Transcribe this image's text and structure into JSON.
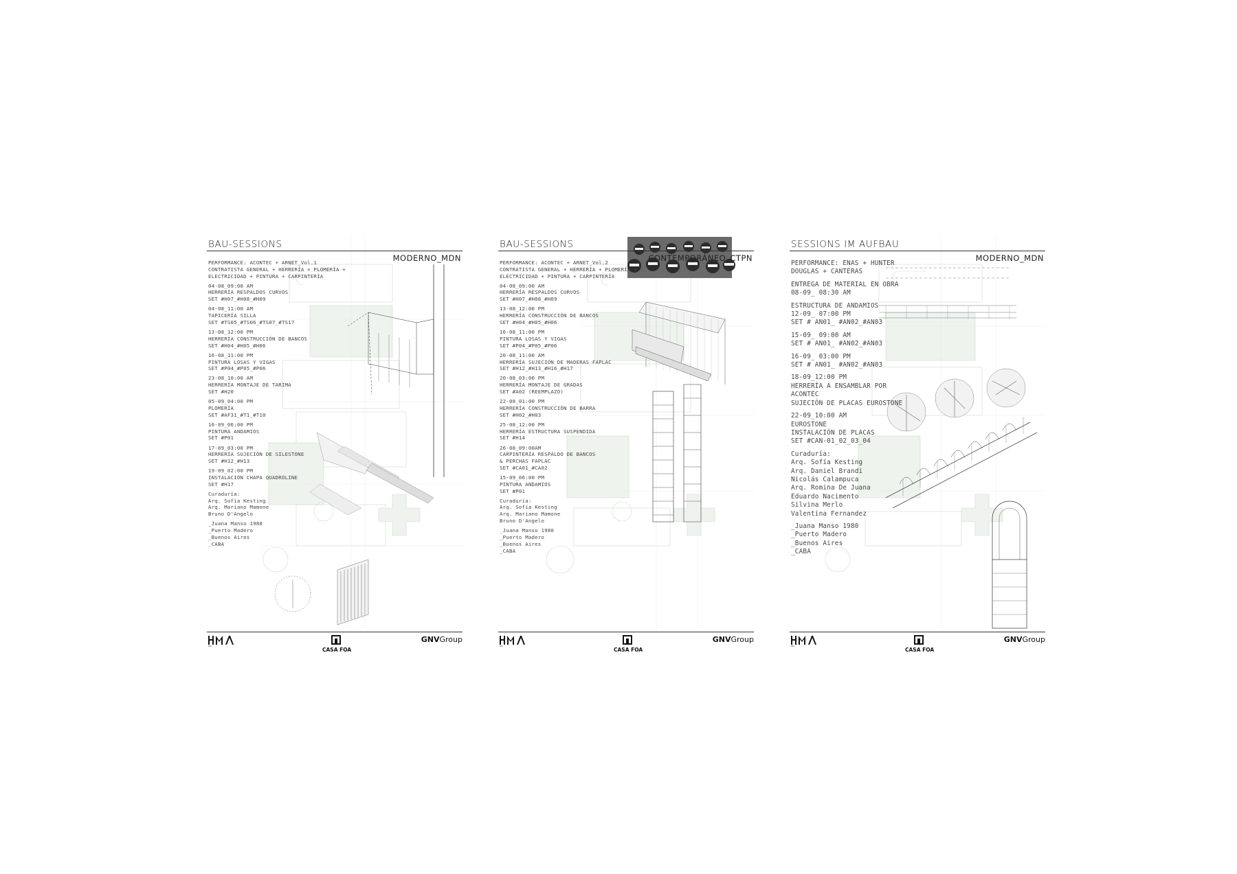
{
  "posters": [
    {
      "series": "BAU-SESSIONS",
      "edition": "MODERNO_MDN",
      "blocks": [
        [
          "PERFORMANCE: ACONTEC + ARNET_Vol.1",
          "CONTRATISTA GENERAL + HERRERÍA + PLOMERÍA +",
          "ELECTRICIDAD + PINTURA + CARPINTERÍA"
        ],
        [
          "04-08_09:00 AM",
          "HERRERÍA RESPALDOS CURVOS",
          "SET #H07_#H08_#H09"
        ],
        [
          "04-08_11:00 AM",
          "TAPICERÍA SILLA",
          "SET #TS05_#TS06_#TS07_#TS17"
        ],
        [
          "13-08_12:00 PM",
          "HERRERÍA CONSTRUCCIÓN DE BANCOS",
          "SET #H04_#H05_#H06"
        ],
        [
          "16-08_11:00 PM",
          "PINTURA LOSAS Y VIGAS",
          "SET #P04_#P05_#P06"
        ],
        [
          "23-08_10:00 AM",
          "HERRERÍA MONTAJE DE TARIMA",
          "SET #H20"
        ],
        [
          "05-09_04:00 PM",
          "PLOMERÍA",
          "SET #AF31_#T1_#T10"
        ],
        [
          "16-09_06:00 PM",
          "PINTURA ANDAMIOS",
          "SET #P01"
        ],
        [
          "17-09_03:00 PM",
          "HERRERÍA SUJECIÓN DE SILESTONE",
          "SET #H12_#H13"
        ],
        [
          "19-09_02:00 PM",
          "INSTALACIÓN CHAPA QUADROLINE",
          "SET #H17"
        ],
        [
          "Curaduría:",
          "Arq. Sofía Kesting",
          "Arq. Mariano Mamone",
          "Bruno D'Angelo"
        ],
        [
          "_Juana Manso 1980",
          "_Puerto Madero",
          "_Buenos Aires",
          "_CABA"
        ]
      ]
    },
    {
      "series": "BAU-SESSIONS",
      "edition": "CONTEMPORÁNEO_CTPN",
      "blocks": [
        [
          "PERFORMANCE: ACONTEC + ARNET_Vol.2",
          "CONTRATISTA GENERAL + HERRERÍA + PLOMERÍA +",
          "ELECTRICIDAD + PINTURA + CARPINTERÍA"
        ],
        [
          "04-08_09:00 AM",
          "HERRERÍA RESPALDOS CURVOS",
          "SET #H07_#H08_#H09"
        ],
        [
          "13-08_12:00 PM",
          "HERRERÍA CONSTRUCCIÓN DE BANCOS",
          "SET #H04_#H05_#H06"
        ],
        [
          "16-08_11:00 PM",
          "PINTURA LOSAS Y VIGAS",
          "SET #P04_#P05_#P06"
        ],
        [
          "20-08_11:00 AM",
          "HERRERÍA SUJECIÓN DE MADERAS FAPLAC",
          "SET #H12_#H13_#H16_#H17"
        ],
        [
          "20-08_03:00 PM",
          "HERRERÍA MONTAJE DE GRADAS",
          "SET #A02 (REEMPLAZO)"
        ],
        [
          "22-08_01:00 PM",
          "HERRERÍA CONSTRUCCIÓN DE BARRA",
          "SET #H02_#H03"
        ],
        [
          "25-08_12:00 PM",
          "HERRERÍA ESTRUCTURA SUSPENDIDA",
          "SET #H14"
        ],
        [
          "26-08_09:00AM",
          "CARPINTERÍA RESPALDO DE BANCOS",
          "& PERCHAS FAPLAC",
          "SET #CA01_#CA02"
        ],
        [
          "15-09_06:00 PM",
          "PINTURA ANDAMIOS",
          "SET #P01"
        ],
        [
          "Curaduría:",
          "Arq. Sofía Kesting",
          "Arq. Mariano Mamone",
          "Bruno D'Angelo"
        ],
        [
          "_Juana Manso 1980",
          "_Puerto Madero",
          "_Buenos Aires",
          "_CABA"
        ]
      ]
    },
    {
      "series": "SESSIONS IM AUFBAU",
      "edition": "MODERNO_MDN",
      "blocks": [
        [
          "PERFORMANCE: ENAS + HUNTER",
          "DOUGLAS + CANTERAS"
        ],
        [
          "ENTREGA DE MATERIAL EN OBRA",
          "08-09_ 08:30 AM"
        ],
        [
          "ESTRUCTURA DE ANDAMIOS",
          "12-09_ 07:00 PM",
          "SET # AN01_ #AN02_#AN03"
        ],
        [
          "15-09_ 09:00 AM",
          "SET # AN01_ #AN02_#AN03"
        ],
        [
          "16-09_ 03:00 PM",
          "SET # AN01_ #AN02_#AN03"
        ],
        [
          "18-09_12:00 PM",
          "HERRERÍA A ENSAMBLAR POR",
          "ACONTEC",
          "SUJECIÓN DE PLACAS EUROSTONE"
        ],
        [
          "22-09_10:00 AM",
          "EUROSTONE",
          "INSTALACIÓN DE PLACAS",
          "SET #CAN-01_02_03_04"
        ],
        [
          "Curaduría:",
          "Arq. Sofía Kesting",
          "Arq. Daniel Brandi",
          "Nicolás Calampuca",
          "Arq. Romina De Juana",
          "Eduardo Nacimento",
          "Silvina Merlo",
          "Valentina Fernandez"
        ],
        [
          "_Juana Manso 1980",
          "_Puerto Madero",
          "_Buenos Aires",
          "_CABA"
        ]
      ]
    }
  ],
  "logos": {
    "hma": "HMA",
    "casa": "CASA FOA",
    "gnv_bold": "GNV",
    "gnv_light": "Group"
  }
}
